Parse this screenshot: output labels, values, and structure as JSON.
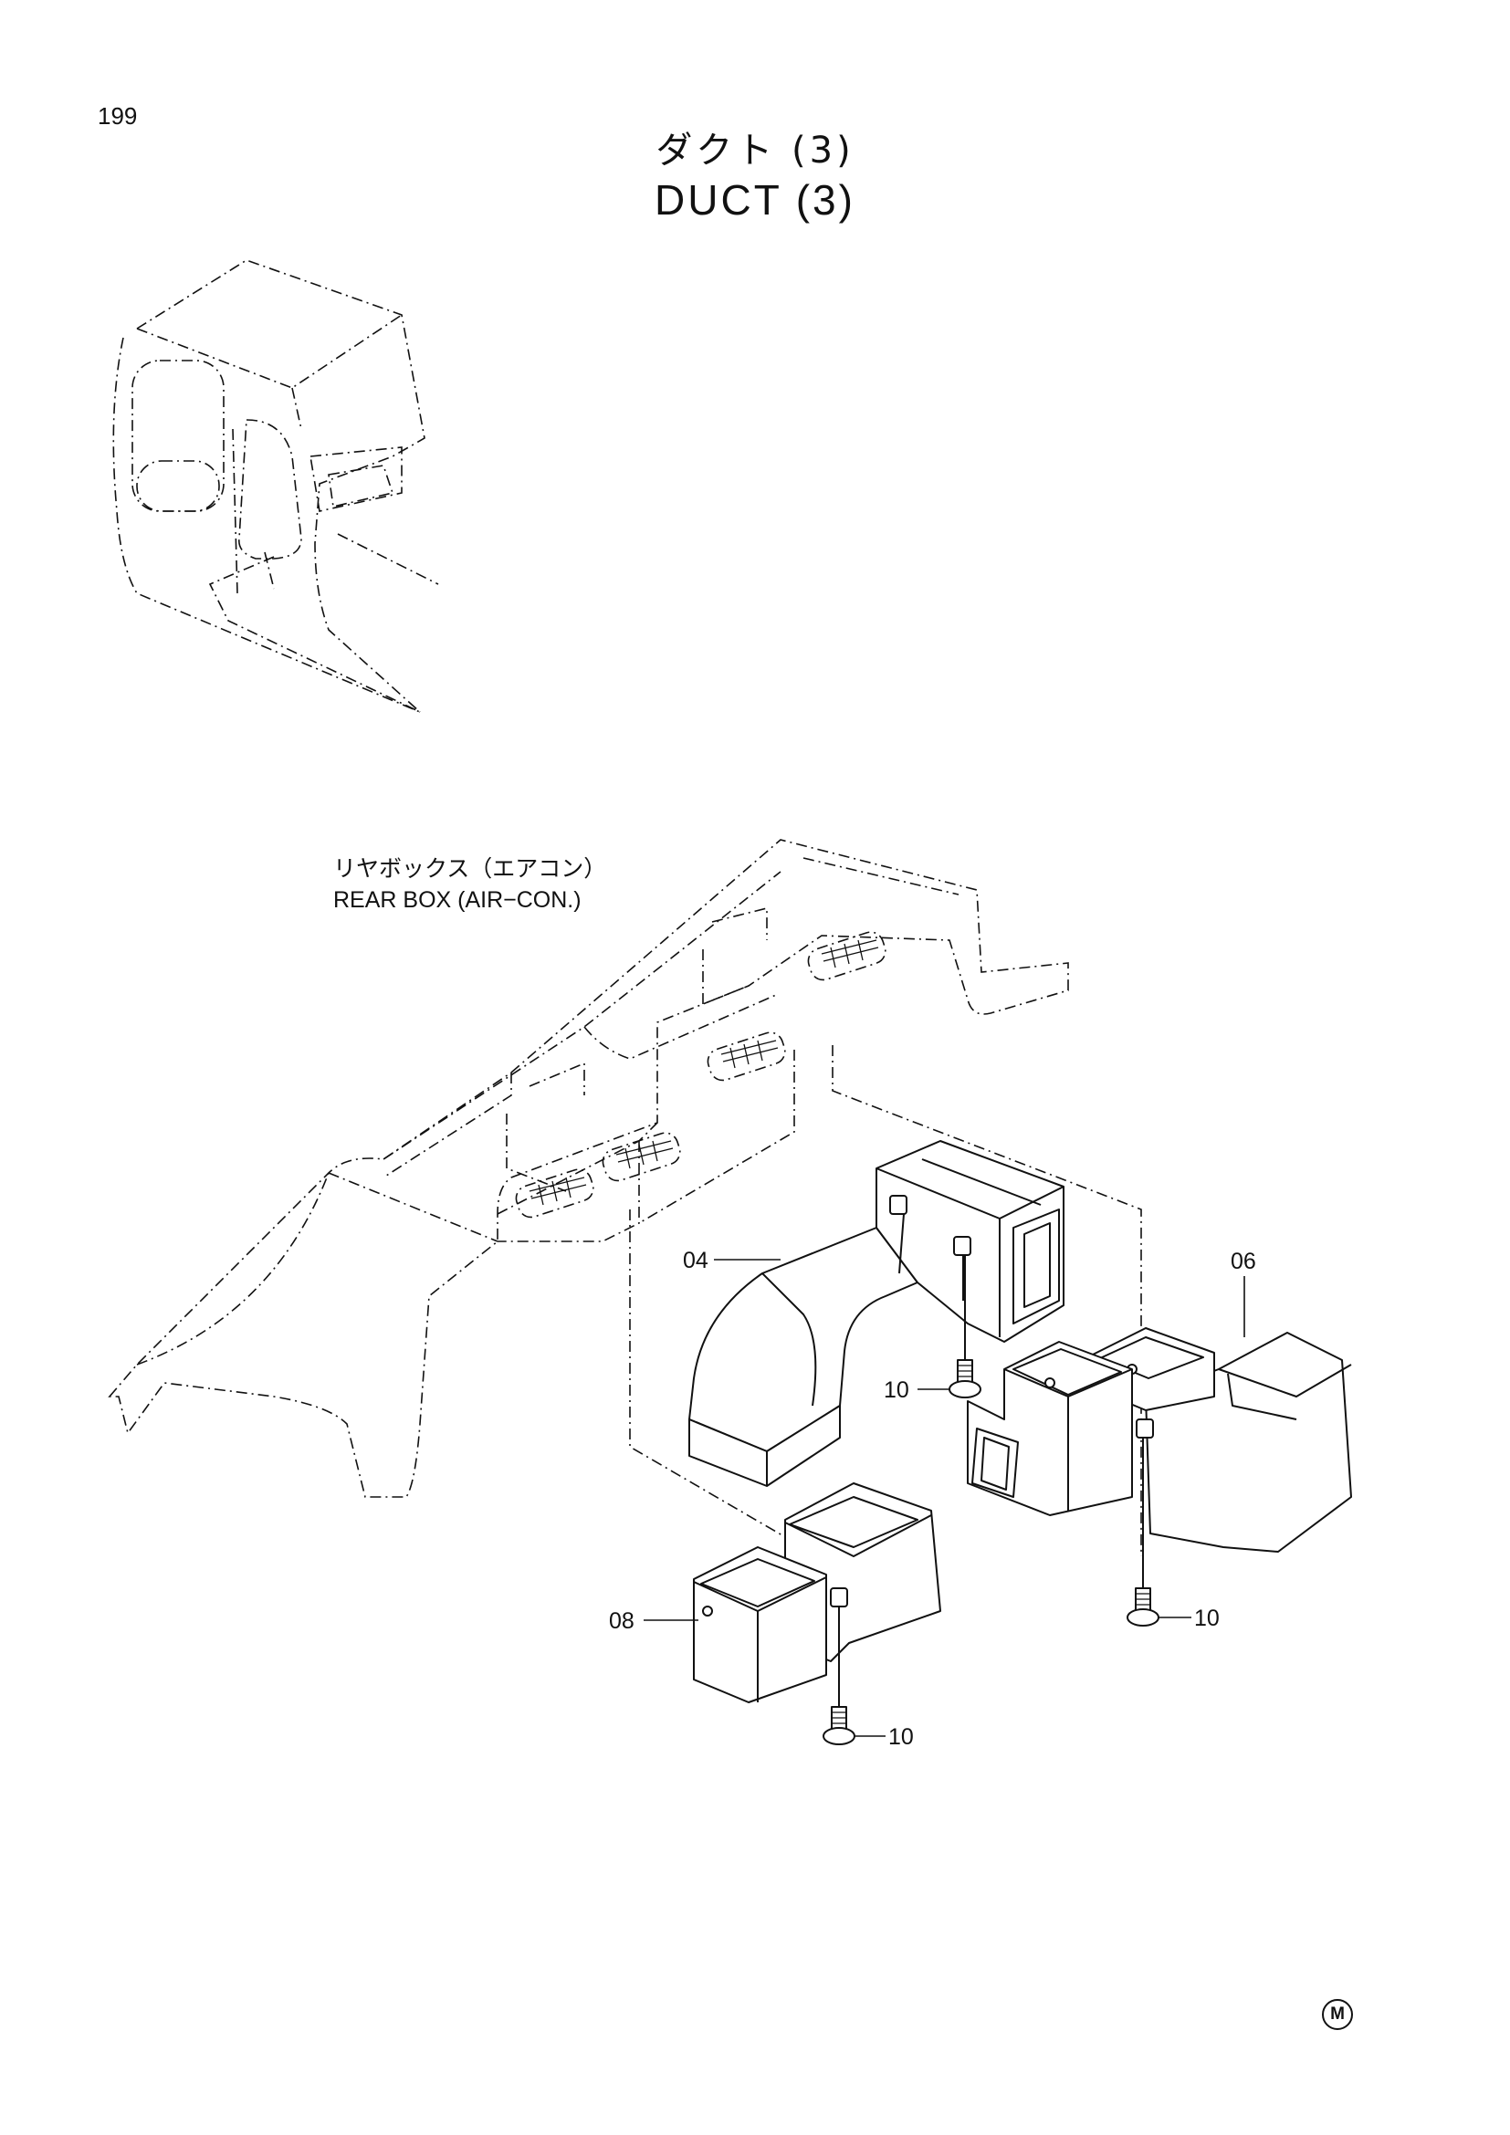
{
  "page": {
    "number": "199",
    "mark": "M"
  },
  "title": {
    "japanese": "ダクト (3)",
    "english": "DUCT (3)"
  },
  "labels": {
    "rear_box_jp": "リヤボックス（エアコン）",
    "rear_box_en": "REAR BOX (AIR−CON.)"
  },
  "parts": {
    "p04": "04",
    "p06": "06",
    "p08": "08",
    "p10a": "10",
    "p10b": "10",
    "p10c": "10"
  }
}
